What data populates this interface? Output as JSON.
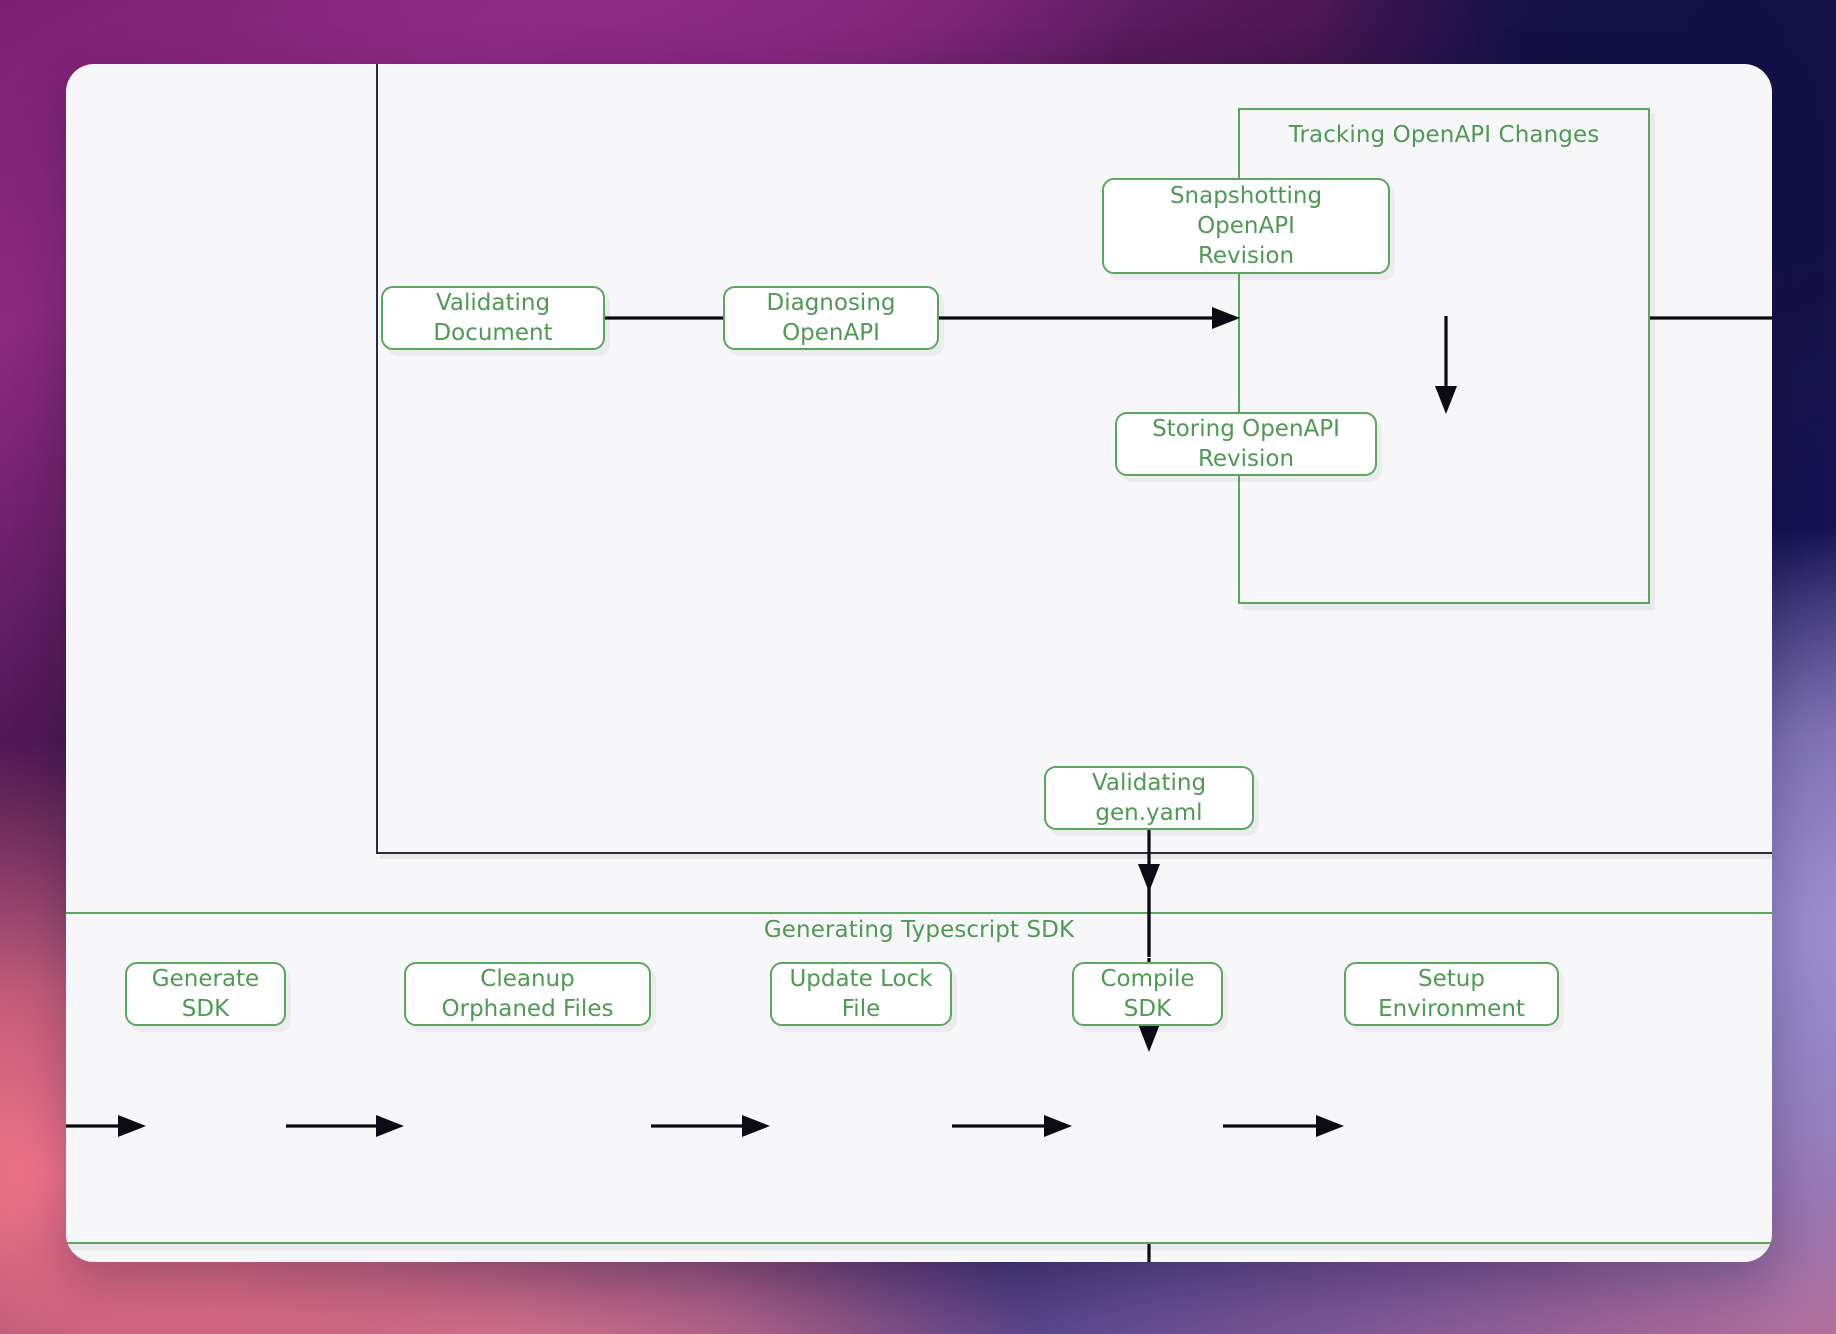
{
  "diagram": {
    "type": "flowchart",
    "direction": "left-to-right",
    "background_gradient": [
      "#7c1f74",
      "#47164f",
      "#121146",
      "#5f4a8f",
      "#f2748a"
    ],
    "canvas_color": "#f7f7fa",
    "node_border_color": "#5aa75e",
    "node_text_color": "#4e9a53",
    "node_fill_color": "#ffffff",
    "edge_color": "#0b0b14",
    "dark_subgraph_border_color": "#2b2a45"
  },
  "subgraphs": [
    {
      "id": "outer",
      "title": "",
      "border_style": "dark",
      "clipped": "top-right"
    },
    {
      "id": "tracking",
      "title": "Tracking OpenAPI Changes",
      "border_style": "green",
      "clipped": "none"
    },
    {
      "id": "sdk",
      "title": "Generating Typescript SDK",
      "border_style": "green",
      "clipped": "left-right"
    }
  ],
  "nodes": [
    {
      "id": "validating-document",
      "label": "Validating Document"
    },
    {
      "id": "diagnosing-openapi",
      "label": "Diagnosing OpenAPI"
    },
    {
      "id": "snapshotting-openapi-revision",
      "label": "Snapshotting OpenAPI\nRevision"
    },
    {
      "id": "storing-openapi-revision",
      "label": "Storing OpenAPI Revision"
    },
    {
      "id": "validating-gen-yaml",
      "label": "Validating gen.yaml"
    },
    {
      "id": "generate-sdk",
      "label": "Generate SDK"
    },
    {
      "id": "cleanup-orphaned-files",
      "label": "Cleanup Orphaned Files"
    },
    {
      "id": "update-lock-file",
      "label": "Update Lock File"
    },
    {
      "id": "compile-sdk",
      "label": "Compile SDK"
    },
    {
      "id": "setup-environment",
      "label": "Setup Environment"
    }
  ],
  "edges": [
    {
      "from": "validating-document",
      "to": "diagnosing-openapi",
      "arrow": true
    },
    {
      "from": "diagnosing-openapi",
      "to": "tracking",
      "arrow": true
    },
    {
      "from": "snapshotting-openapi-revision",
      "to": "storing-openapi-revision",
      "arrow": true
    },
    {
      "from": "tracking",
      "to": "offscreen-right",
      "arrow": false
    },
    {
      "from": "offscreen-top",
      "to": "validating-gen-yaml",
      "arrow": true
    },
    {
      "from": "validating-gen-yaml",
      "to": "sdk",
      "arrow": true
    },
    {
      "from": "offscreen-left",
      "to": "generate-sdk",
      "arrow": true
    },
    {
      "from": "generate-sdk",
      "to": "cleanup-orphaned-files",
      "arrow": true
    },
    {
      "from": "cleanup-orphaned-files",
      "to": "update-lock-file",
      "arrow": true
    },
    {
      "from": "update-lock-file",
      "to": "compile-sdk",
      "arrow": true
    },
    {
      "from": "compile-sdk",
      "to": "setup-environment",
      "arrow": true
    },
    {
      "from": "sdk",
      "to": "offscreen-bottom",
      "arrow": false
    }
  ]
}
